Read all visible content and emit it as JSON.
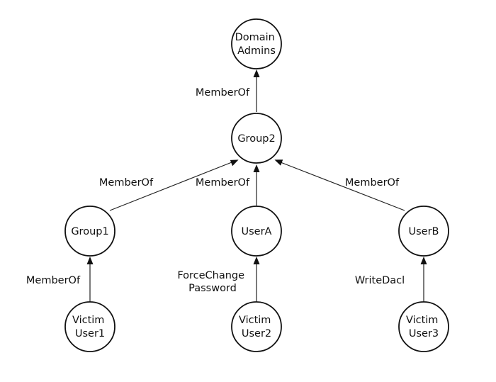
{
  "nodes": {
    "domain_admins": [
      "Domain",
      "Admins"
    ],
    "group2": [
      "Group2"
    ],
    "group1": [
      "Group1"
    ],
    "usera": [
      "UserA"
    ],
    "userb": [
      "UserB"
    ],
    "victim1": [
      "Victim",
      "User1"
    ],
    "victim2": [
      "Victim",
      "User2"
    ],
    "victim3": [
      "Victim",
      "User3"
    ]
  },
  "edges": {
    "group2_to_domain_admins": [
      "MemberOf"
    ],
    "group1_to_group2": [
      "MemberOf"
    ],
    "usera_to_group2": [
      "MemberOf"
    ],
    "userb_to_group2": [
      "MemberOf"
    ],
    "victim1_to_group1": [
      "MemberOf"
    ],
    "victim2_to_usera": [
      "ForceChange",
      "Password"
    ],
    "victim3_to_userb": [
      "WriteDacl"
    ]
  }
}
